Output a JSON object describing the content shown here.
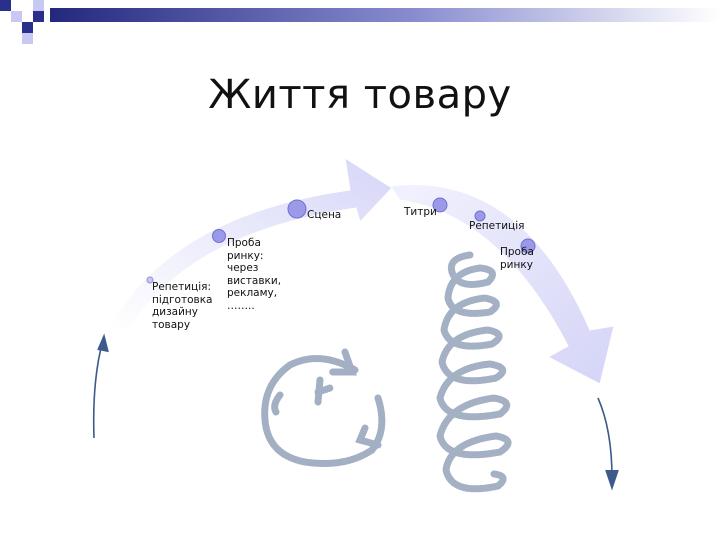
{
  "slide": {
    "title": "Життя товару"
  },
  "diagram": {
    "labels": {
      "rehearsal_design": "Репетиція:\nпідготовка\nдизайну\nтовару",
      "market_test_channels": "Проба\nринку:\nчерез\nвиставки,\nрекламу,\n……..",
      "scene": "Сцена",
      "titles": "Титри",
      "rehearsal": "Репетиція",
      "market_test": "Проба\nринку"
    }
  },
  "colors": {
    "accent_dark": "#2a2f8c",
    "accent_light": "#c8c9f2",
    "band_fill": "#dcdcfa",
    "node_fill": "#9a9ae8",
    "node_stroke": "#7070d0",
    "arrow_line": "#3d5a8a",
    "scribble": "#9aa7bd"
  },
  "icons": {
    "clock_sketch": "clock-scribble-icon",
    "spiral_sketch": "spring-scribble-icon"
  }
}
